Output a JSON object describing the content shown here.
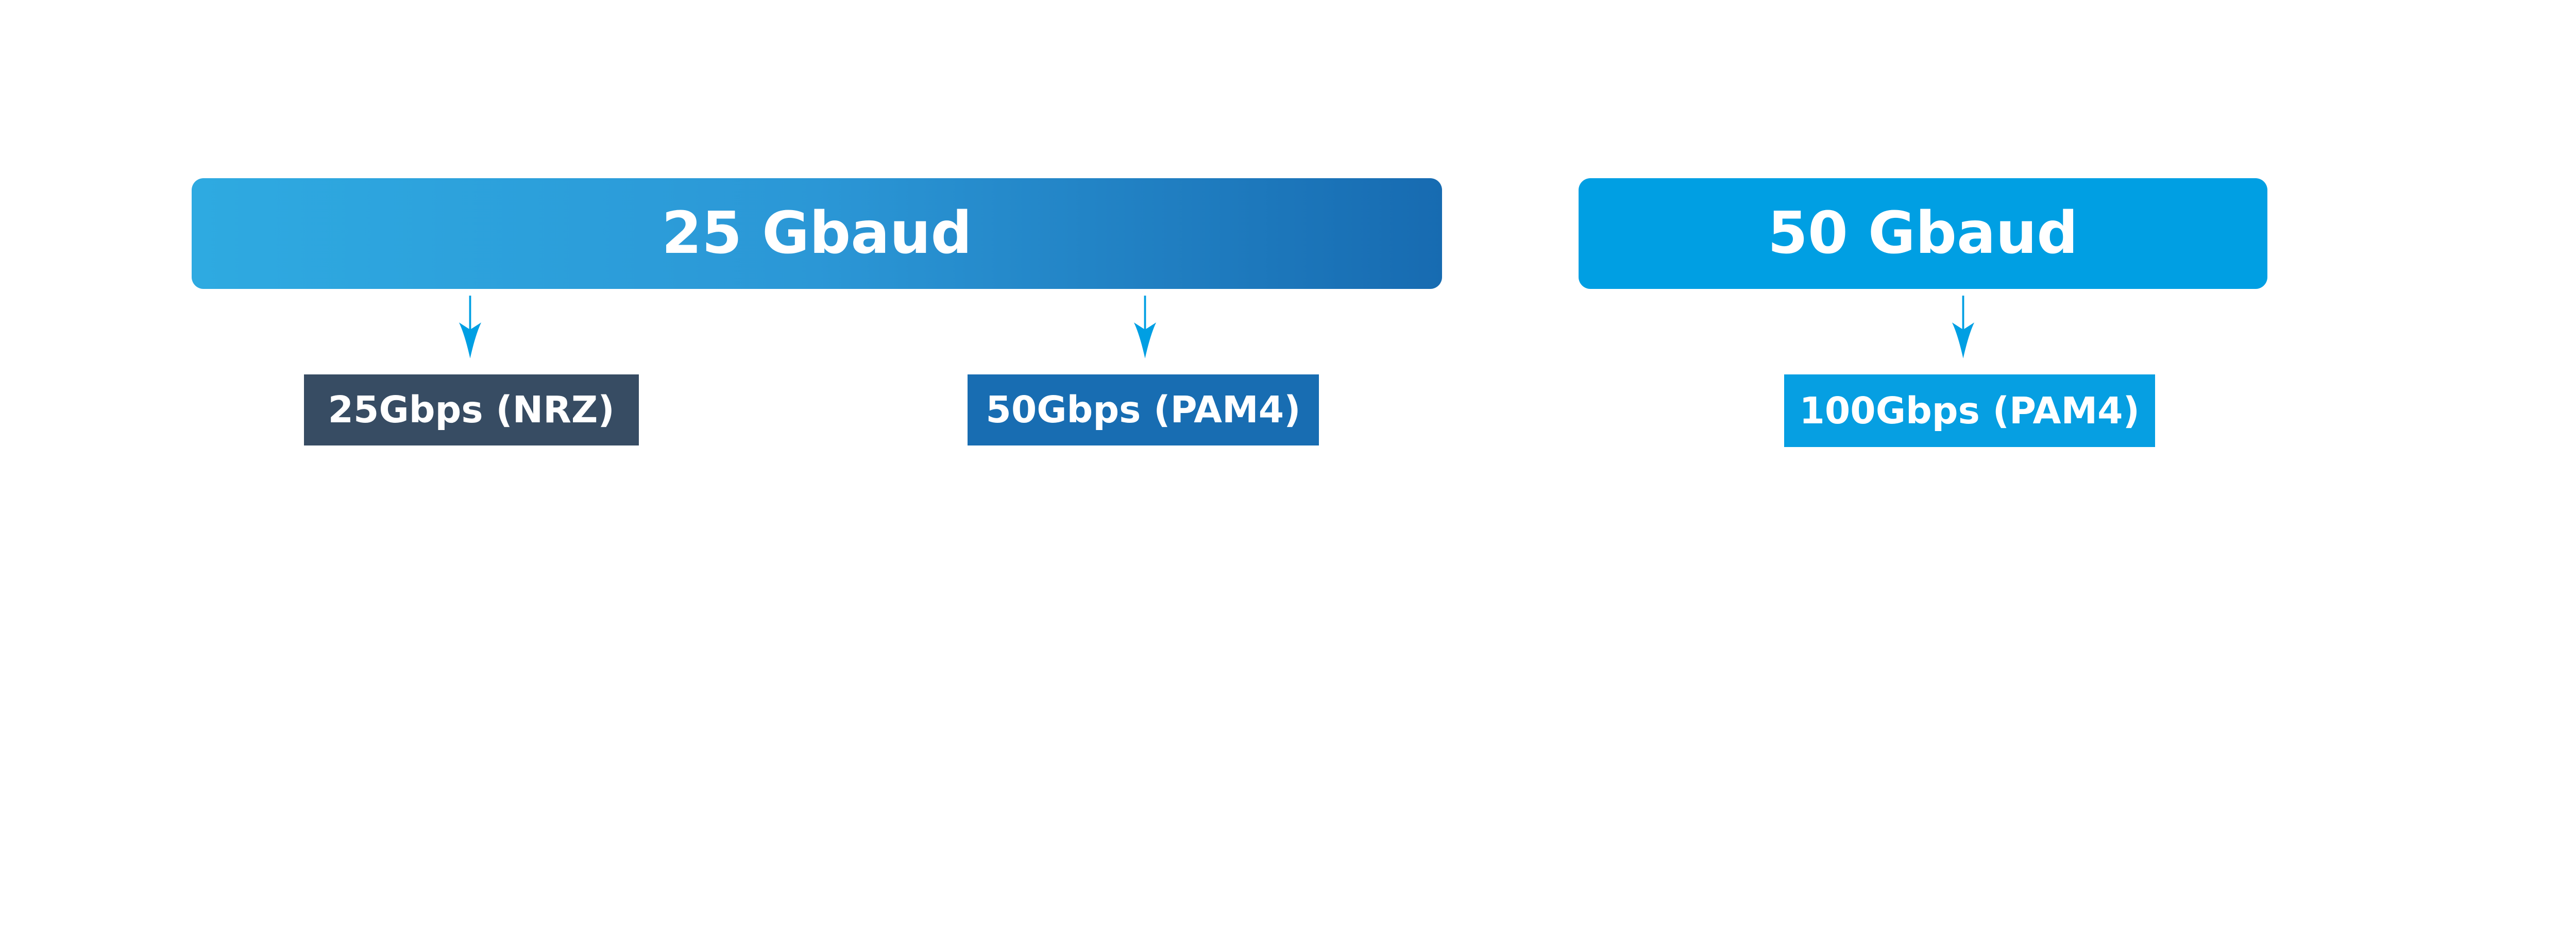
{
  "bars": [
    {
      "label": "25 Gbaud",
      "color": "#2eaae1 → #176bb1"
    },
    {
      "label": "50 Gbaud",
      "color": "#009fe3"
    }
  ],
  "outputs": [
    {
      "label": "25Gbps (NRZ)",
      "color": "#374c63"
    },
    {
      "label": "50Gbps (PAM4)",
      "color": "#186db2"
    },
    {
      "label": "100Gbps (PAM4)",
      "color": "#069fe2"
    }
  ],
  "arrow_color": "#009fe3"
}
